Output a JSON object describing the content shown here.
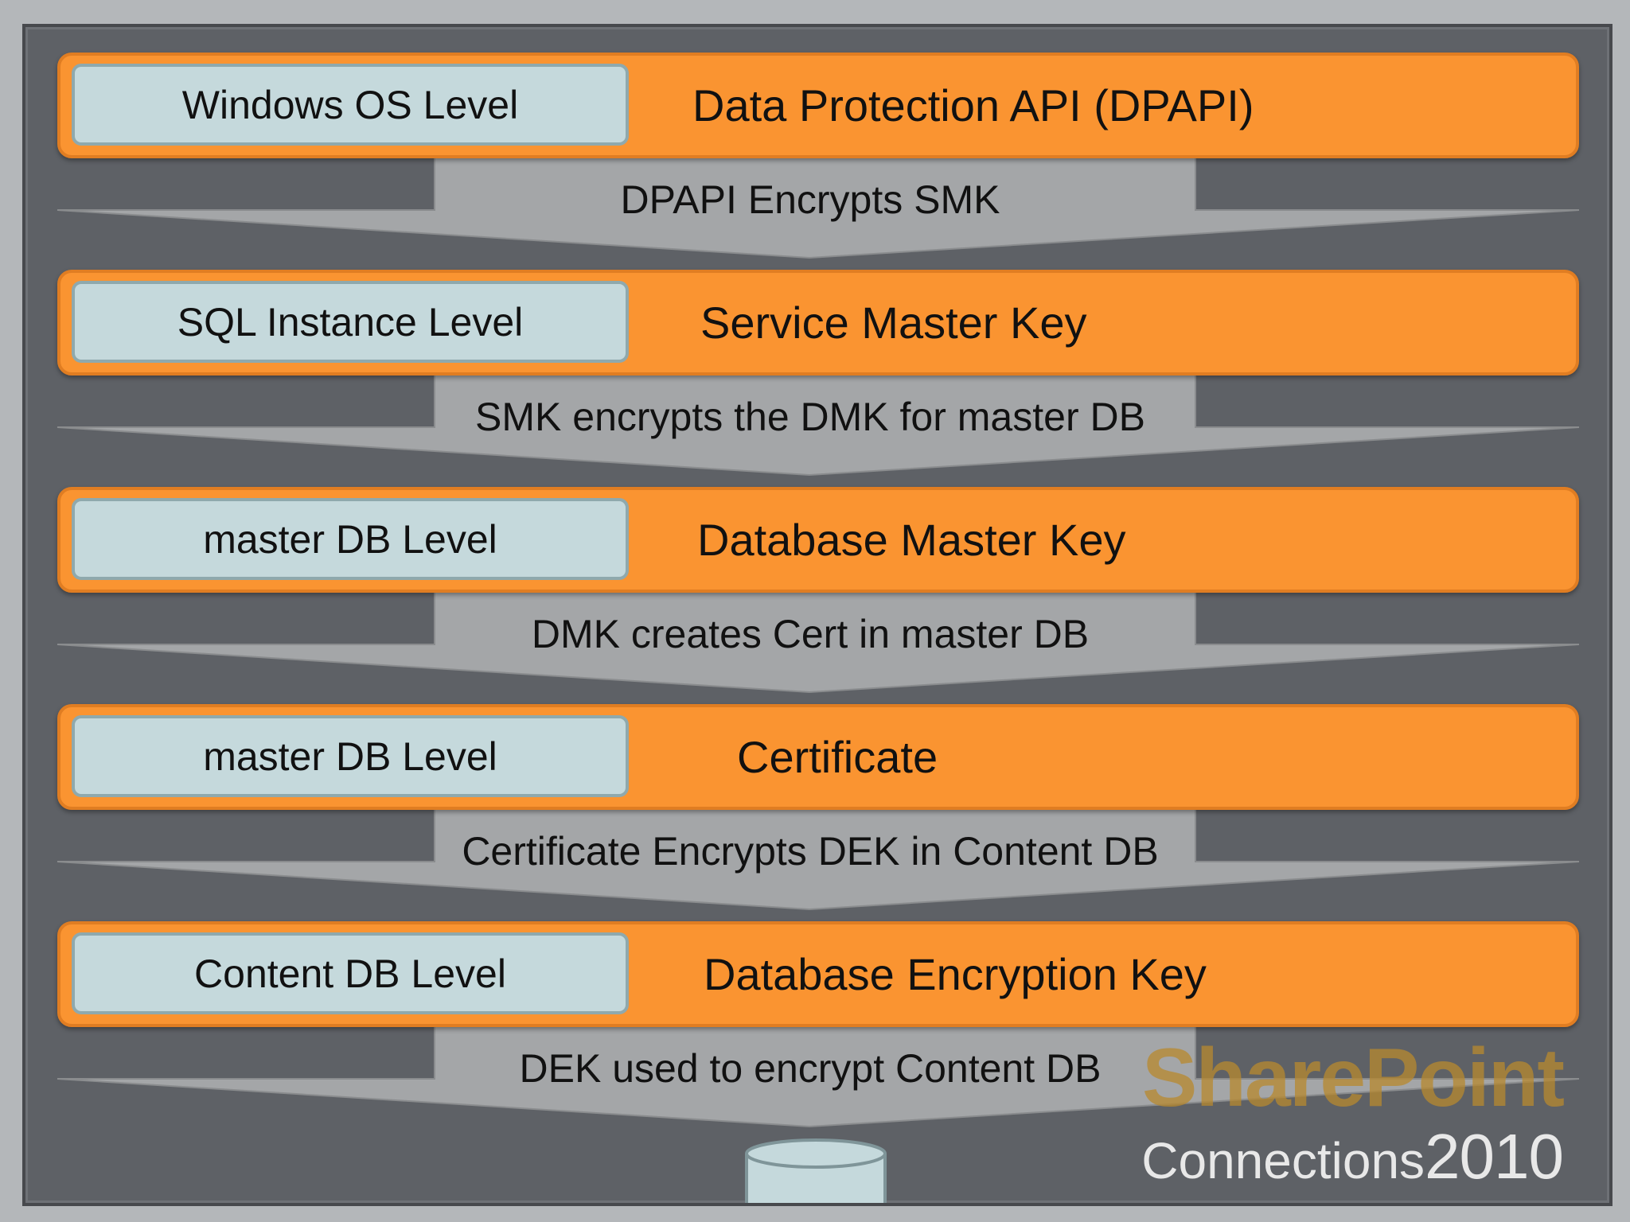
{
  "layers": [
    {
      "level": "Windows OS Level",
      "key": "Data Protection API (DPAPI)",
      "arrow": "DPAPI Encrypts SMK"
    },
    {
      "level": "SQL Instance Level",
      "key": "Service Master Key",
      "arrow": "SMK encrypts the DMK for master DB"
    },
    {
      "level": "master DB Level",
      "key": "Database Master Key",
      "arrow": "DMK creates Cert in master DB"
    },
    {
      "level": "master DB Level",
      "key": "Certificate",
      "arrow": "Certificate Encrypts DEK in Content DB"
    },
    {
      "level": "Content DB Level",
      "key": "Database Encryption Key",
      "arrow": "DEK used to encrypt Content DB"
    }
  ],
  "watermark": {
    "brand": "SharePoint",
    "sub": "Connections",
    "year": "2010"
  },
  "icons": {
    "database": "database-icon"
  },
  "colors": {
    "bar": "#fa9431",
    "level_box": "#c5d9dc",
    "arrow": "#a4a6a8",
    "panel": "#5e6166"
  }
}
